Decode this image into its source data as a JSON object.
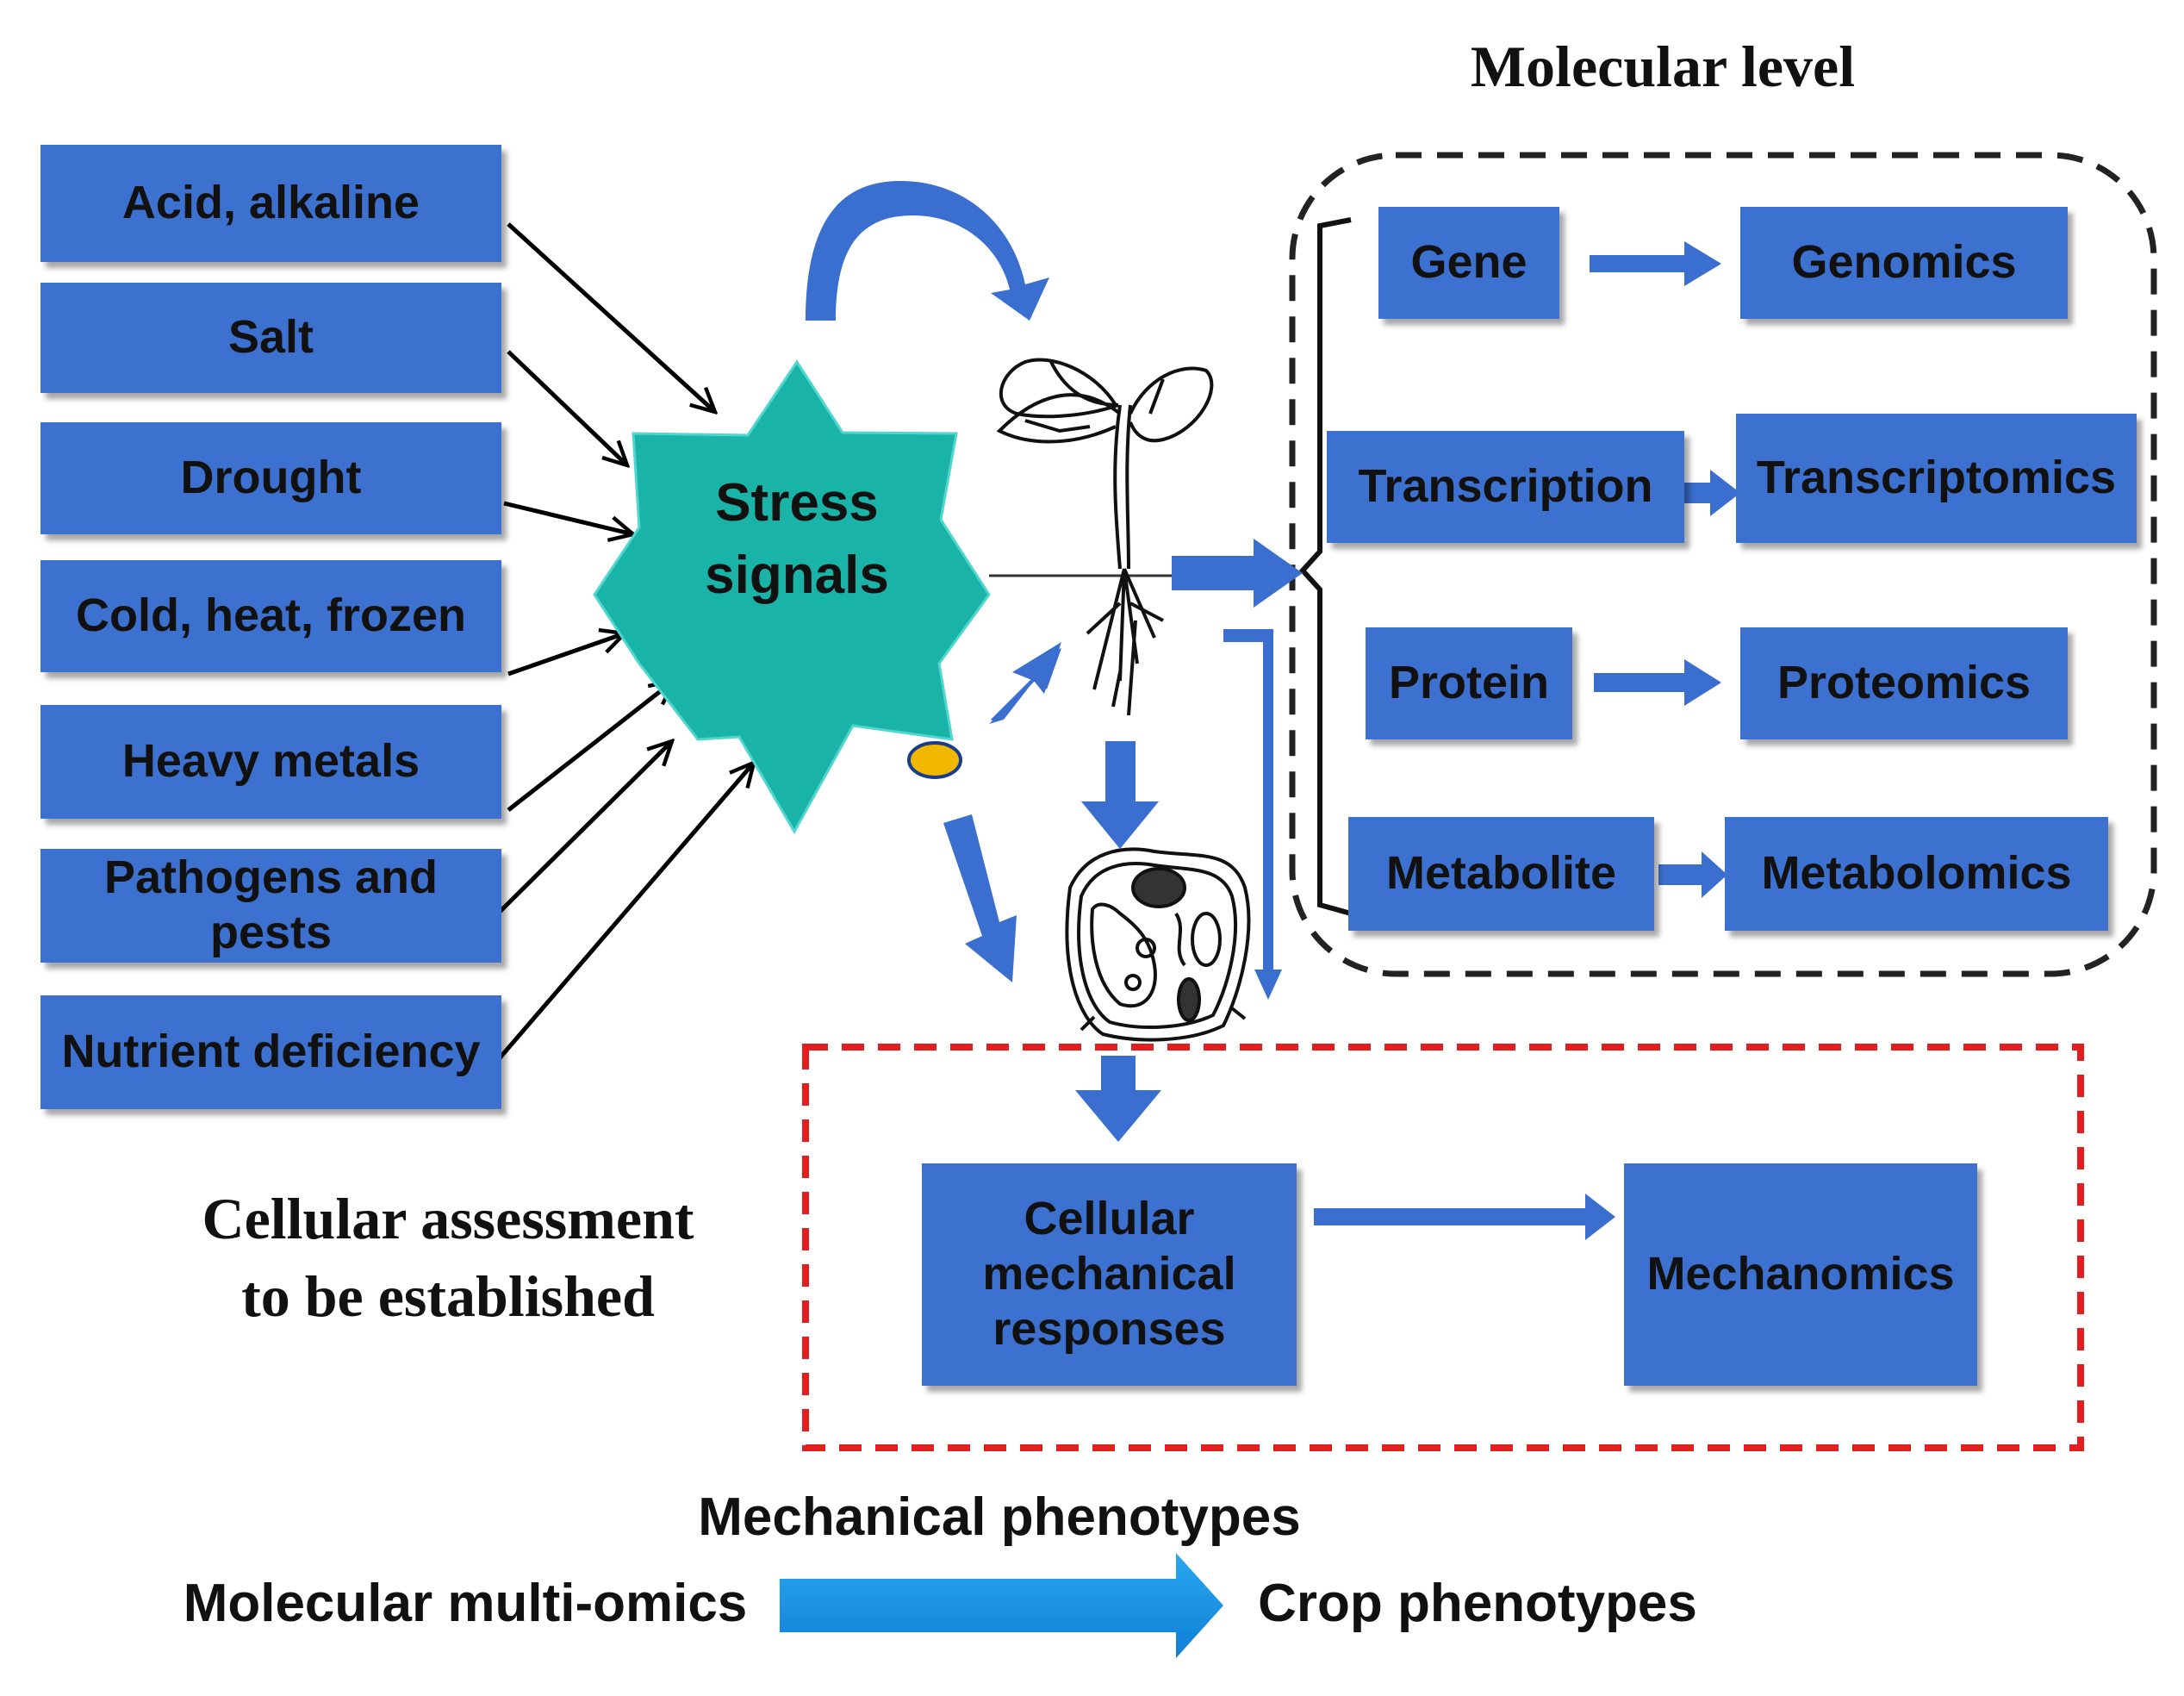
{
  "molecular_level_title": "Molecular level",
  "stressors": [
    "Acid, alkaline",
    "Salt",
    "Drought",
    "Cold, heat, frozen",
    "Heavy metals",
    "Pathogens and pests",
    "Nutrient deficiency"
  ],
  "stress_center": {
    "line1": "Stress",
    "line2": "signals"
  },
  "molecular_pairs": [
    {
      "level": "Gene",
      "omics": "Genomics"
    },
    {
      "level": "Transcription",
      "omics": "Transcriptomics"
    },
    {
      "level": "Protein",
      "omics": "Proteomics"
    },
    {
      "level": "Metabolite",
      "omics": "Metabolomics"
    }
  ],
  "cellular": {
    "assessment_line1": "Cellular assessment",
    "assessment_line2": "to be established",
    "responses_line1": "Cellular",
    "responses_line2": "mechanical",
    "responses_line3": "responses",
    "omics": "Mechanomics"
  },
  "bottom": {
    "top_label": "Mechanical phenotypes",
    "left_label": "Molecular multi-omics",
    "right_label": "Crop phenotypes"
  },
  "colors": {
    "box_fill": "#3c71cf",
    "star_fill": "#19b3a8",
    "arrow_blue": "#3a6fcf",
    "bottom_arrow": "#1e90e0",
    "red_dash": "#e21f1f",
    "black_dash": "#222222",
    "dot": "#f2b800"
  },
  "icons": [
    "plant-illustration",
    "plant-cell-illustration"
  ]
}
